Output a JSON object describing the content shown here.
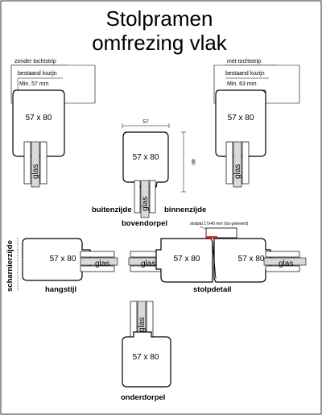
{
  "title": {
    "line1": "Stolpramen",
    "line2": "omfrezing vlak"
  },
  "labels": {
    "zonder_tochtstrip": "zonder tochtstrip",
    "met_tochtstrip": "met tochtstrip",
    "bestaand_kozijn": "bestaand kozijn",
    "min_57": "Min. 57 mm",
    "min_63": "Min. 63 mm",
    "buitenzijde": "buitenzijde",
    "binnenzijde": "binnenzijde",
    "bovendorpel": "bovendorpel",
    "scharnierzijde": "scharnierzijde",
    "hangstijl": "hangstijl",
    "stolpdetail": "stolpdetail",
    "onderdorpel": "onderdorpel",
    "stolplat": "stolplat 17x40 mm (los geleverd)"
  },
  "profile_size": "57 x 80",
  "glass_label": "glas",
  "dimensions": {
    "width": "57",
    "height": "80"
  },
  "colors": {
    "line": "#000000",
    "glass": "#d9d9d9",
    "seal": "#e03030"
  }
}
